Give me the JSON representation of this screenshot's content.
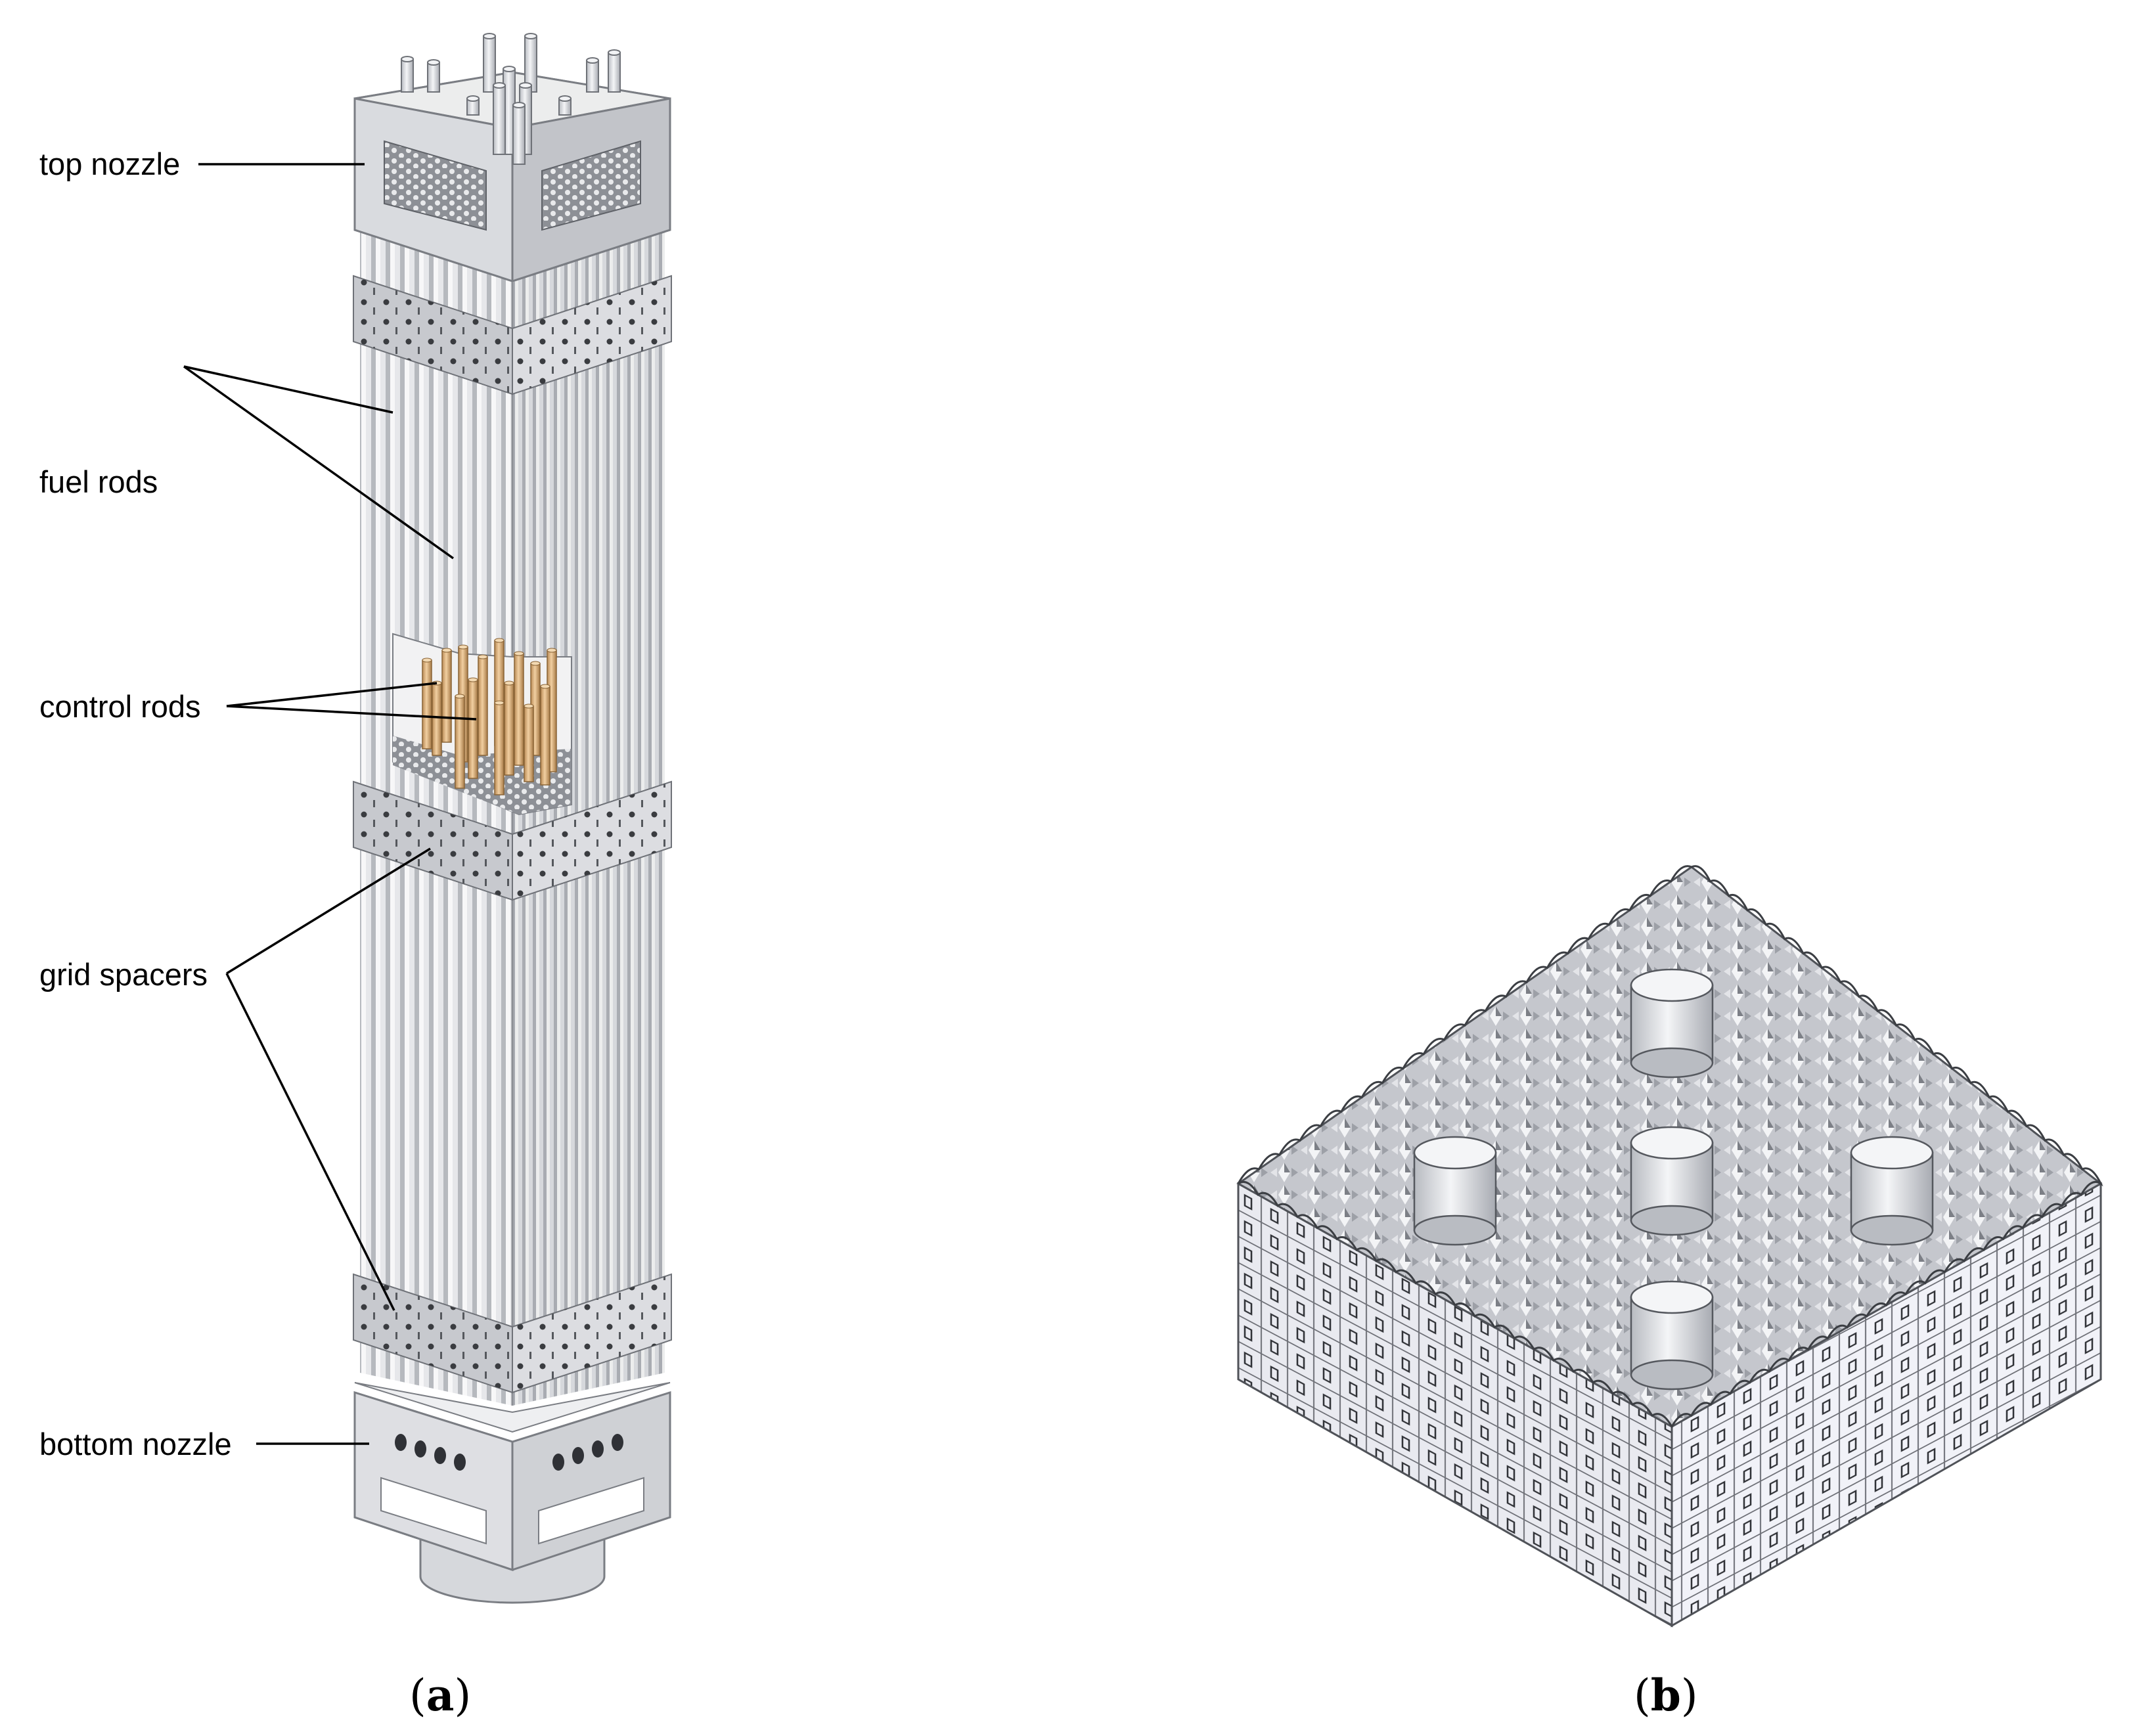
{
  "figure_a": {
    "labels": {
      "top_nozzle": "top nozzle",
      "fuel_rods": "fuel rods",
      "control_rods": "control rods",
      "grid_spacers": "grid spacers",
      "bottom_nozzle": "bottom nozzle"
    },
    "caption_letter": "a"
  },
  "figure_b": {
    "caption_letter": "b"
  },
  "colors": {
    "metal_light": "#e6e7ea",
    "metal_mid": "#c9cbd0",
    "metal_dark": "#9fa2a8",
    "control_rod": "#d9b07f",
    "leader_line": "#000000"
  }
}
